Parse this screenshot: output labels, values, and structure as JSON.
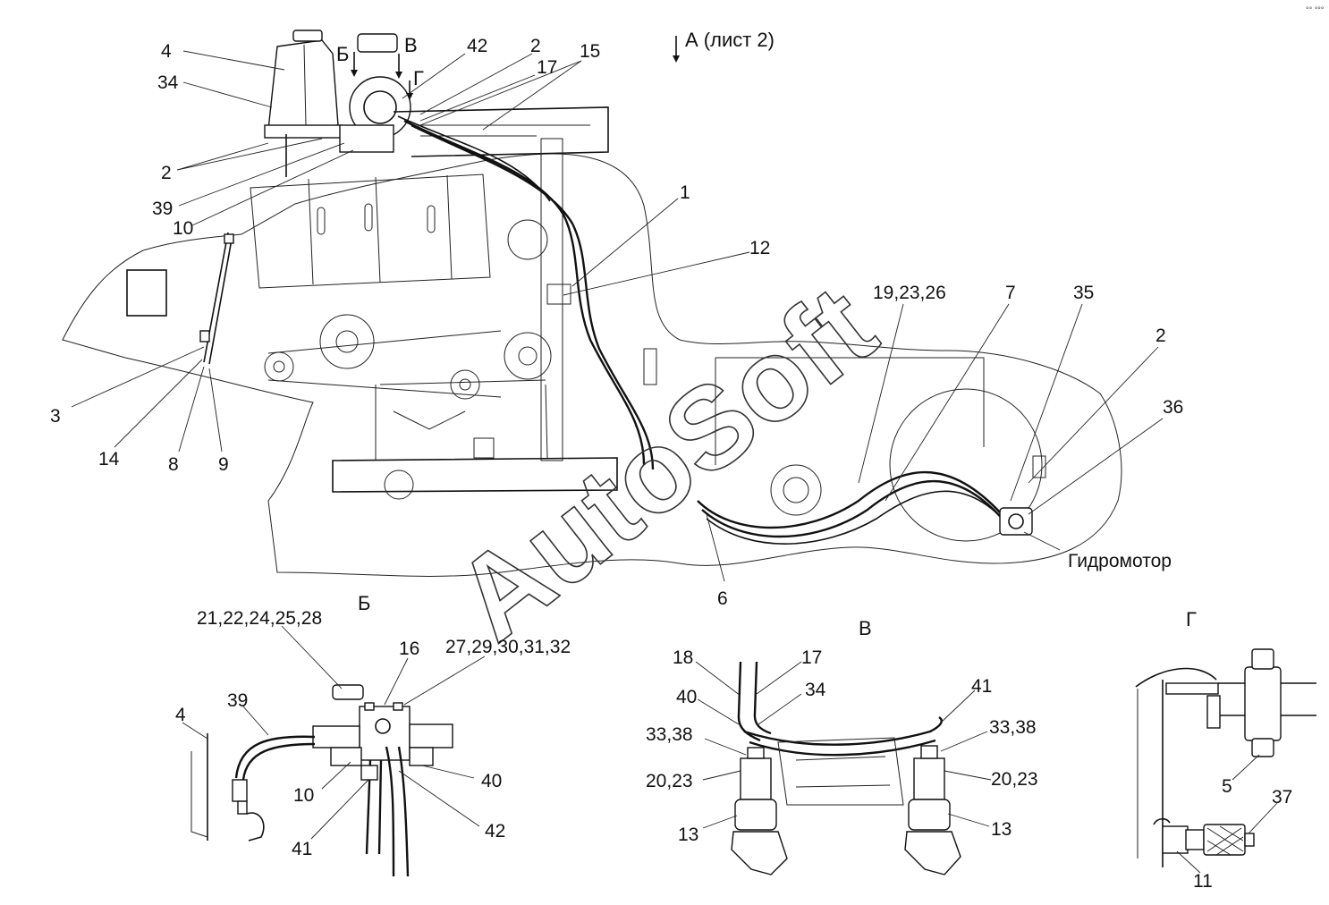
{
  "labels": {
    "n4": "4",
    "n34": "34",
    "nB_top": "Б",
    "nV_top": "В",
    "nG_top": "Г",
    "n42": "42",
    "n2a": "2",
    "n17": "17",
    "n15": "15",
    "viewA": "А (лист 2)",
    "n2b": "2",
    "n39": "39",
    "n10": "10",
    "n1": "1",
    "n12": "12",
    "n19": "19,23,26",
    "n7": "7",
    "n35": "35",
    "n2c": "2",
    "n36": "36",
    "n3": "3",
    "n14": "14",
    "n8": "8",
    "n9": "9",
    "n6": "6",
    "hydromotor": "Гидромотор"
  },
  "viewB": {
    "title": "Б",
    "labels": {
      "n21": "21,22,24,25,28",
      "n16": "16",
      "n27": "27,29,30,31,32",
      "n4": "4",
      "n39": "39",
      "n10": "10",
      "n40": "40",
      "n41": "41",
      "n42": "42"
    }
  },
  "viewV": {
    "title": "В",
    "labels": {
      "n18": "18",
      "n17": "17",
      "n40": "40",
      "n34": "34",
      "n41": "41",
      "n33l": "33,38",
      "n33r": "33,38",
      "n20l": "20,23",
      "n20r": "20,23",
      "n13l": "13",
      "n13r": "13"
    }
  },
  "viewG": {
    "title": "Г",
    "labels": {
      "n5": "5",
      "n37": "37",
      "n11": "11"
    }
  },
  "watermark": "AutoSoft",
  "corner_mark": "°° °°°"
}
